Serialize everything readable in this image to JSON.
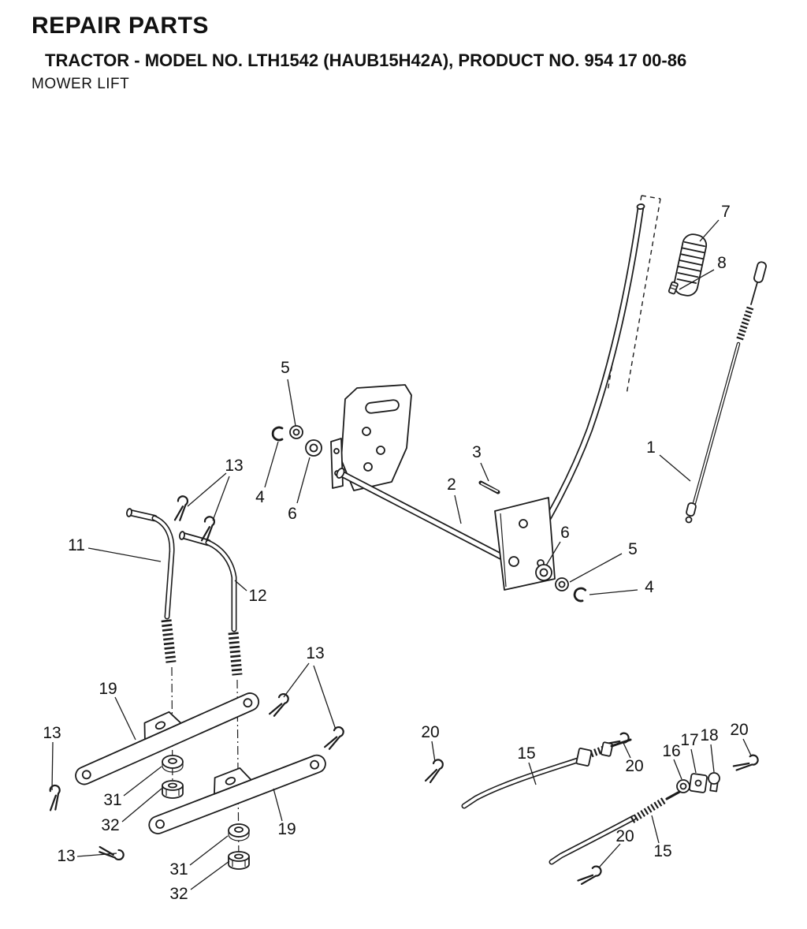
{
  "header": {
    "title": "REPAIR PARTS",
    "subtitle": "TRACTOR - MODEL NO. LTH1542 (HAUB15H42A), PRODUCT NO. 954 17 00-86",
    "section": "MOWER LIFT"
  },
  "diagram": {
    "line_color": "#1c1c1c",
    "background": "#ffffff",
    "callouts": [
      {
        "label": "7"
      },
      {
        "label": "8"
      },
      {
        "label": "1"
      },
      {
        "label": "3"
      },
      {
        "label": "2"
      },
      {
        "label": "5"
      },
      {
        "label": "13"
      },
      {
        "label": "4"
      },
      {
        "label": "6"
      },
      {
        "label": "11"
      },
      {
        "label": "12"
      },
      {
        "label": "6"
      },
      {
        "label": "5"
      },
      {
        "label": "4"
      },
      {
        "label": "13"
      },
      {
        "label": "19"
      },
      {
        "label": "13"
      },
      {
        "label": "20"
      },
      {
        "label": "15"
      },
      {
        "label": "16"
      },
      {
        "label": "17"
      },
      {
        "label": "18"
      },
      {
        "label": "20"
      },
      {
        "label": "20"
      },
      {
        "label": "31"
      },
      {
        "label": "32"
      },
      {
        "label": "19"
      },
      {
        "label": "13"
      },
      {
        "label": "31"
      },
      {
        "label": "32"
      },
      {
        "label": "20"
      },
      {
        "label": "15"
      }
    ]
  }
}
